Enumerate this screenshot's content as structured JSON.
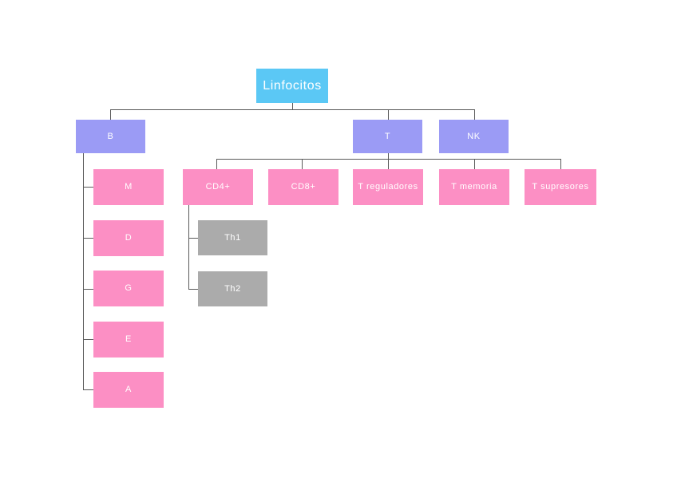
{
  "diagram": {
    "title_node": {
      "label": "Linfocitos",
      "color": "#5BC8F5"
    },
    "level2": [
      {
        "label": "B",
        "color": "#9B9BF5"
      },
      {
        "label": "T",
        "color": "#9B9BF5"
      },
      {
        "label": "NK",
        "color": "#9B9BF5"
      }
    ],
    "b_children": [
      {
        "label": "M",
        "color": "#FC8FC4"
      },
      {
        "label": "D",
        "color": "#FC8FC4"
      },
      {
        "label": "G",
        "color": "#FC8FC4"
      },
      {
        "label": "E",
        "color": "#FC8FC4"
      },
      {
        "label": "A",
        "color": "#FC8FC4"
      }
    ],
    "t_children": [
      {
        "label": "CD4+",
        "color": "#FC8FC4"
      },
      {
        "label": "CD8+",
        "color": "#FC8FC4"
      },
      {
        "label": "T reguladores",
        "color": "#FC8FC4"
      },
      {
        "label": "T memoria",
        "color": "#FC8FC4"
      },
      {
        "label": "T supresores",
        "color": "#FC8FC4"
      }
    ],
    "cd4_children": [
      {
        "label": "Th1",
        "color": "#ABABAB"
      },
      {
        "label": "Th2",
        "color": "#ABABAB"
      }
    ],
    "colors": {
      "background": "#ffffff",
      "connector": "#5A5A5A",
      "text": "#ffffff"
    }
  }
}
